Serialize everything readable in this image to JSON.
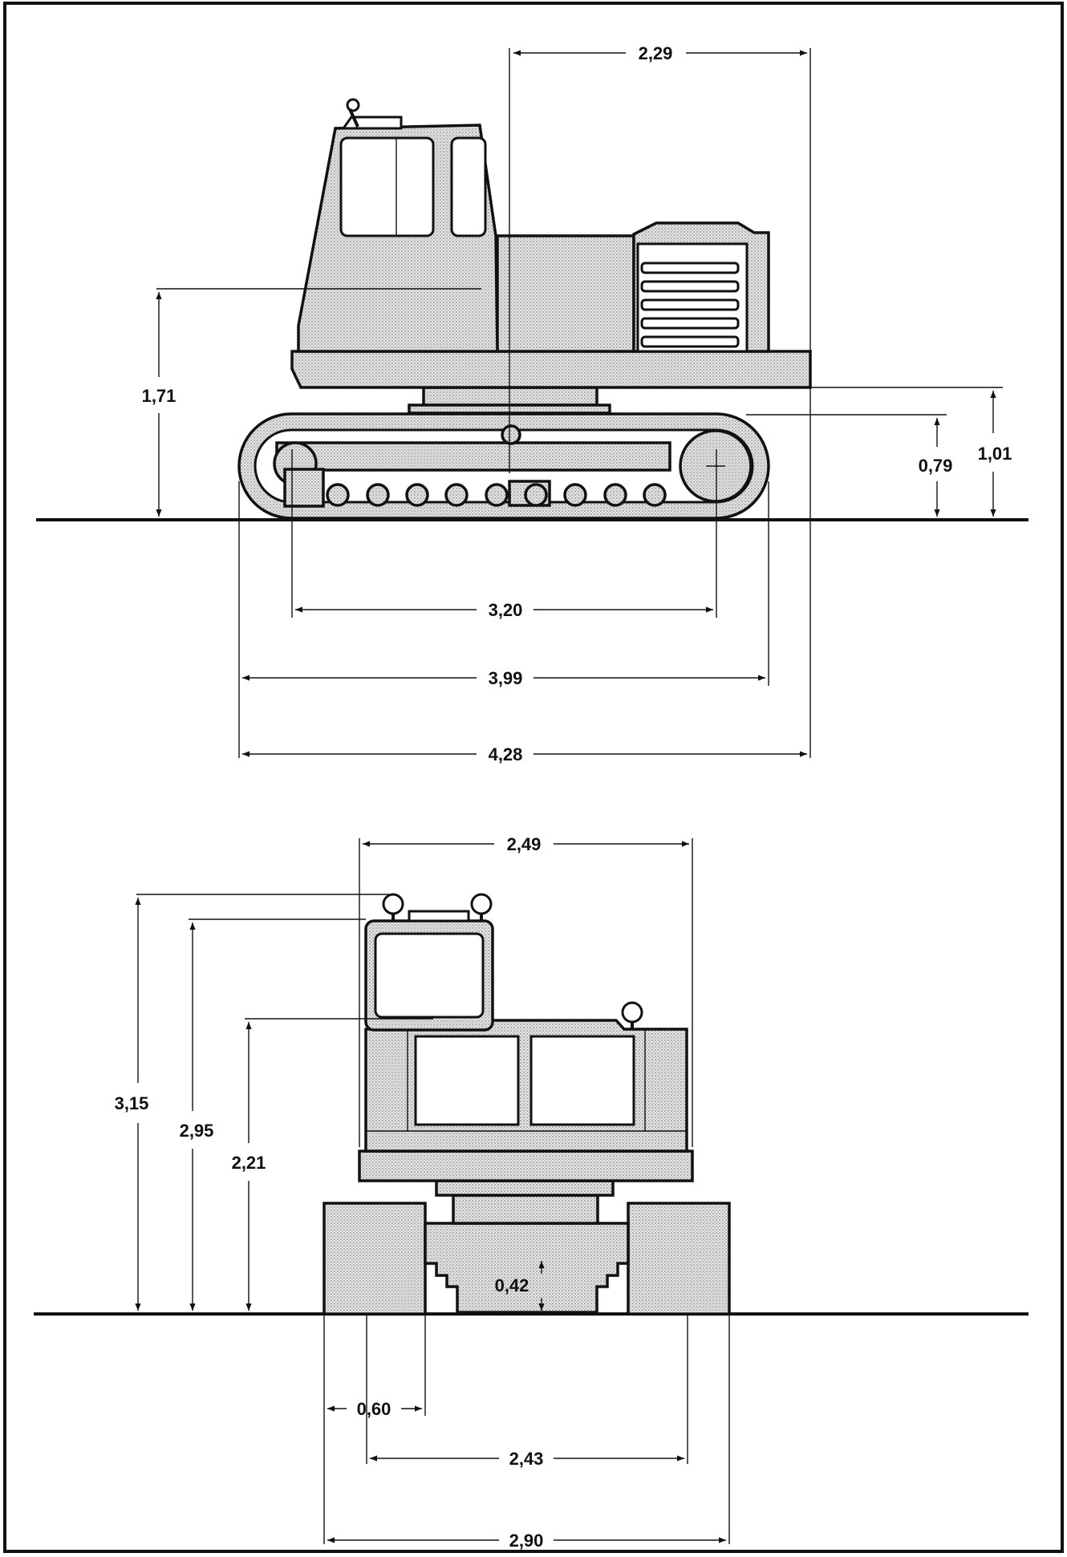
{
  "side_view": {
    "dimensions": {
      "overall_length": "4,28",
      "track_length": "3,99",
      "tumbler_distance": "3,20",
      "upper_rear_length": "2,29",
      "height_to_cab_line": "1,71",
      "counterweight_clearance": "1,01",
      "track_height": "0,79"
    }
  },
  "front_view": {
    "dimensions": {
      "overall_width": "2,90",
      "track_gauge": "2,43",
      "shoe_width": "0,60",
      "upper_width": "2,49",
      "height_to_beacons": "3,15",
      "cab_height": "2,95",
      "engine_hood_height": "2,21",
      "ground_clearance": "0,42"
    }
  },
  "colors": {
    "ink": "#111111",
    "paper": "#ffffff",
    "shade": "#bdbdbd"
  }
}
